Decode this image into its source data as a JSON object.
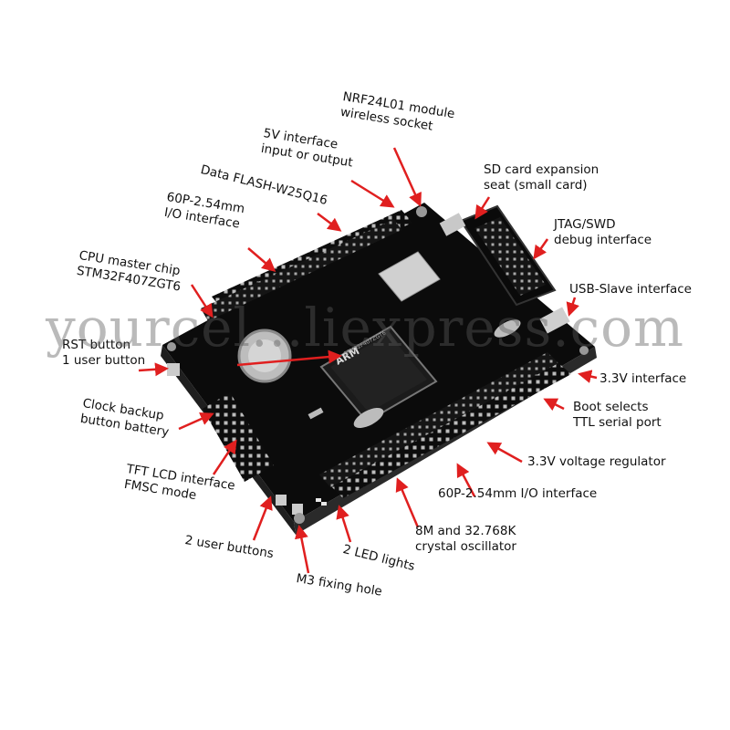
{
  "watermark": "yourcel...liexpress.com",
  "callouts": {
    "nrf24l01": [
      "NRF24L01 module",
      "wireless socket"
    ],
    "v5": [
      "5V interface",
      "input or output"
    ],
    "sd": [
      "SD card expansion",
      "seat (small card)"
    ],
    "flash": [
      "Data FLASH-W25Q16"
    ],
    "io60_top": [
      "60P-2.54mm",
      "I/O interface"
    ],
    "jtag": [
      "JTAG/SWD",
      "debug interface"
    ],
    "cpu": [
      "CPU master chip",
      "STM32F407ZGT6"
    ],
    "usb_slave": [
      "USB-Slave interface"
    ],
    "rst": [
      "RST button",
      "1 user button"
    ],
    "v33": [
      "3.3V interface"
    ],
    "boot": [
      "Boot selects",
      "TTL serial port"
    ],
    "clock_backup": [
      "Clock backup",
      "button battery"
    ],
    "v33_reg": [
      "3.3V voltage regulator"
    ],
    "tft": [
      "TFT LCD interface",
      "FMSC mode"
    ],
    "io60_bottom": [
      "60P-2.54mm I/O interface"
    ],
    "crystal": [
      "8M and 32.768K",
      "crystal oscillator"
    ],
    "user_buttons2": [
      "2 user buttons"
    ],
    "led2": [
      "2 LED lights"
    ],
    "m3": [
      "M3 fixing hole"
    ]
  },
  "board": {
    "chip_brand": "ARM",
    "chip_model": "STM32F407ZGT6",
    "colors": {
      "pcb": "#121212",
      "header_pin": "#b9b9b9",
      "arrow": "#e01f1f",
      "battery": "#c8c8c8"
    }
  }
}
